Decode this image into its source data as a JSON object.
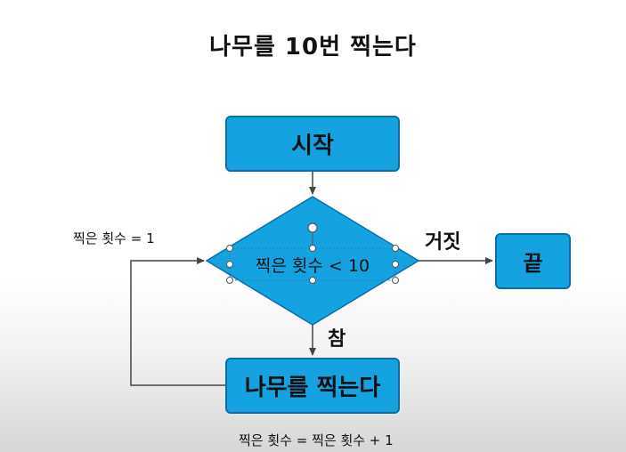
{
  "title": "나무를 10번 찍는다",
  "nodes": {
    "start": "시작",
    "condition": "찍은 횟수 < 10",
    "end": "끝",
    "process": "나무를 찍는다"
  },
  "labels": {
    "init": "찍은 횟수 = 1",
    "false_branch": "거짓",
    "true_branch": "참",
    "increment": "찍은 횟수 = 찍은 횟수 + 1"
  },
  "colors": {
    "node_fill": "#14a3e0",
    "node_border": "#0b6fa3",
    "edge": "#444444",
    "selection_handle": "#555555"
  }
}
